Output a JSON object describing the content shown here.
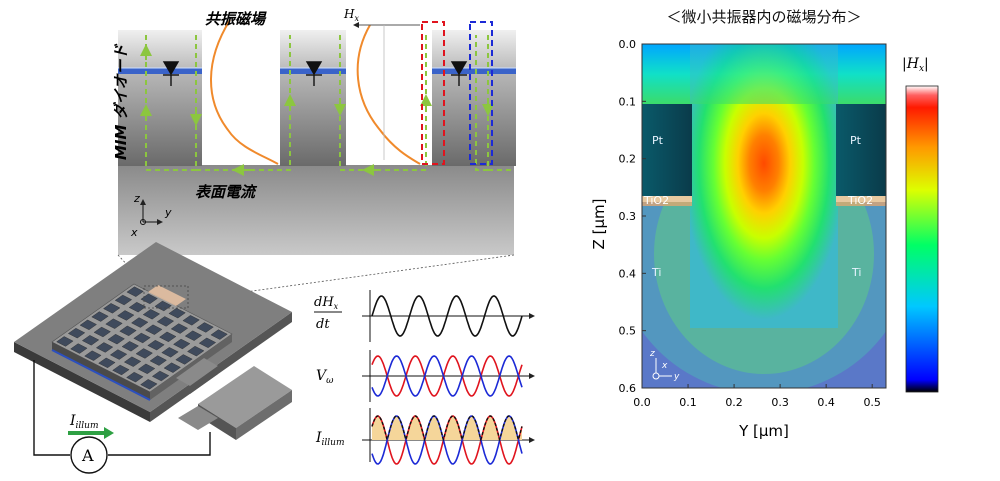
{
  "cross_section": {
    "label_resonance_field": "共振磁場",
    "label_mim_diode": "MIM ダイオード",
    "label_surface_current": "表面電流",
    "label_hx": "H",
    "label_hx_sub": "x",
    "axis_z": "z",
    "axis_y": "y",
    "axis_x": "x",
    "colors": {
      "current_arrow": "#8cc63f",
      "field_curve": "#f08a2c",
      "frame_red": "#e0141e",
      "frame_blue": "#1c2ad6",
      "metal_dark": "#6f6f6f",
      "metal_light": "#e8e8e8"
    }
  },
  "device": {
    "ammeter_label": "A",
    "current_label": "I",
    "current_sub": "illum"
  },
  "waveforms": {
    "dHx_num": "dH",
    "dHx_num_sub": "x",
    "dHx_den": "dt",
    "v_label": "V",
    "v_sub": "ω",
    "i_label": "I",
    "i_sub": "illum"
  },
  "field_map": {
    "title": "＜微小共振器内の磁場分布＞",
    "ylabel": "Z [µm]",
    "xlabel": "Y [µm]",
    "region_pt_left": "Pt",
    "region_pt_right": "Pt",
    "region_tio2_left": "TiO2",
    "region_tio2_right": "TiO2",
    "region_ti_left": "Ti",
    "region_ti_right": "Ti",
    "y_ticks": [
      "0.0",
      "0.1",
      "0.2",
      "0.3",
      "0.4",
      "0.5",
      "0.6"
    ],
    "x_ticks": [
      "0.0",
      "0.1",
      "0.2",
      "0.3",
      "0.4",
      "0.5"
    ],
    "colorbar_label": "|H",
    "colorbar_sub": "x",
    "colorbar_label_end": "|",
    "axis_z": "z",
    "axis_x": "x",
    "axis_y": "y"
  }
}
